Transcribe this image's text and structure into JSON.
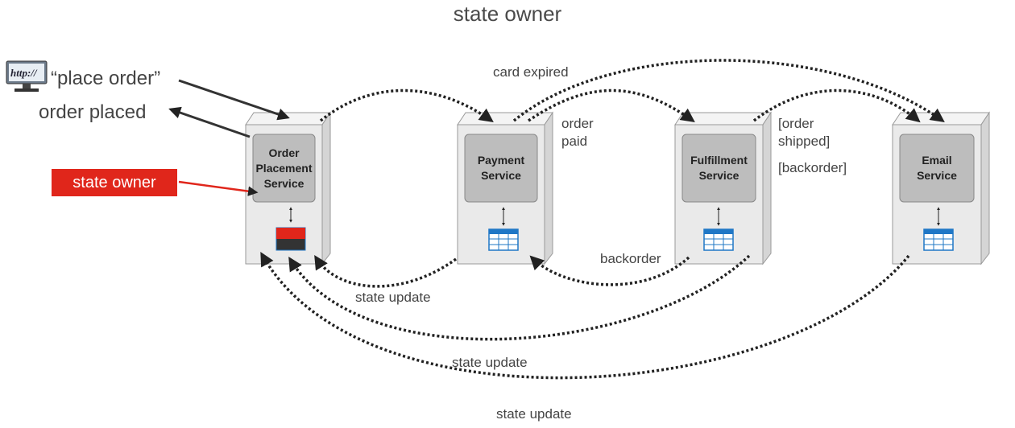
{
  "diagram": {
    "title": "state owner",
    "client_icon": "browser-http-icon",
    "request_label": "“place order”",
    "response_label": "order placed",
    "state_owner_badge": "state owner",
    "services": [
      {
        "id": "order",
        "name": "Order Placement Service",
        "datastore": "state-owner-db-icon"
      },
      {
        "id": "payment",
        "name": "Payment Service",
        "datastore": "table-icon"
      },
      {
        "id": "fulfillment",
        "name": "Fulfillment Service",
        "datastore": "table-icon"
      },
      {
        "id": "email",
        "name": "Email Service",
        "datastore": "table-icon"
      }
    ],
    "event_labels": {
      "card_expired": "card expired",
      "order_paid": "order paid",
      "order_shipped": "[order shipped]",
      "backorder_bracket": "[backorder]",
      "backorder": "backorder",
      "state_update_1": "state update",
      "state_update_2": "state update",
      "state_update_3": "state update"
    },
    "colors": {
      "accent_red": "#e0261b",
      "box_fill": "#eaeaea",
      "inner_fill": "#bdbdbd",
      "table_blue": "#1f77c6",
      "arrow": "#222222"
    }
  }
}
